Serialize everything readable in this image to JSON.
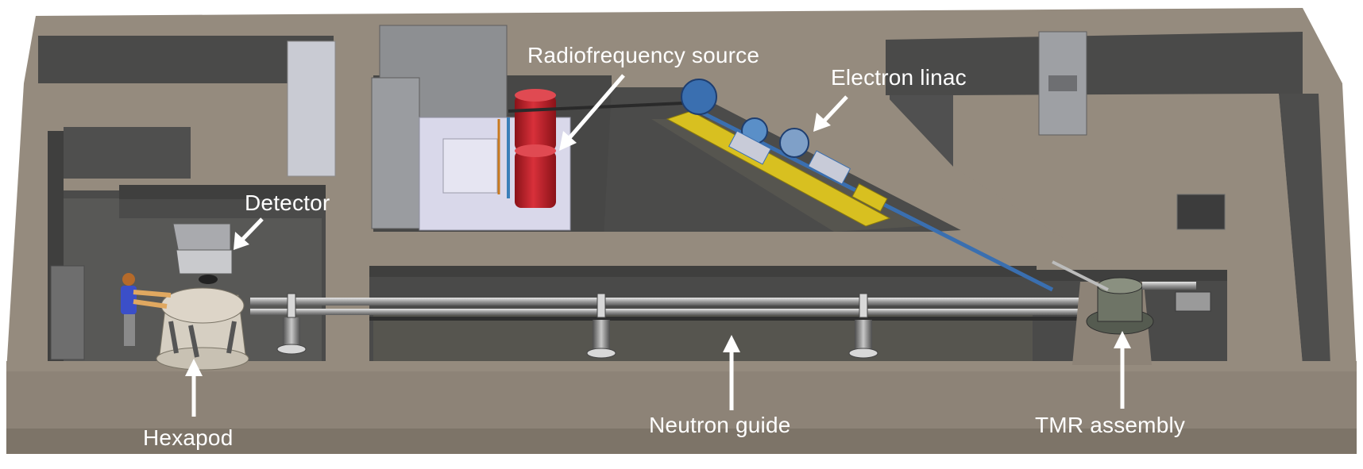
{
  "labels": {
    "radiofrequency_source": "Radiofrequency source",
    "electron_linac": "Electron linac",
    "detector": "Detector",
    "hexapod": "Hexapod",
    "neutron_guide": "Neutron guide",
    "tmr_assembly": "TMR assembly"
  },
  "colors": {
    "concrete_top": "#8c8276",
    "concrete_dark": "#464646",
    "concrete_wall": "#5a5a58",
    "label_text": "#ffffff",
    "rf_tank": "#c8232c",
    "linac_blue": "#3a6fb0",
    "linac_yellow": "#d8c020"
  }
}
